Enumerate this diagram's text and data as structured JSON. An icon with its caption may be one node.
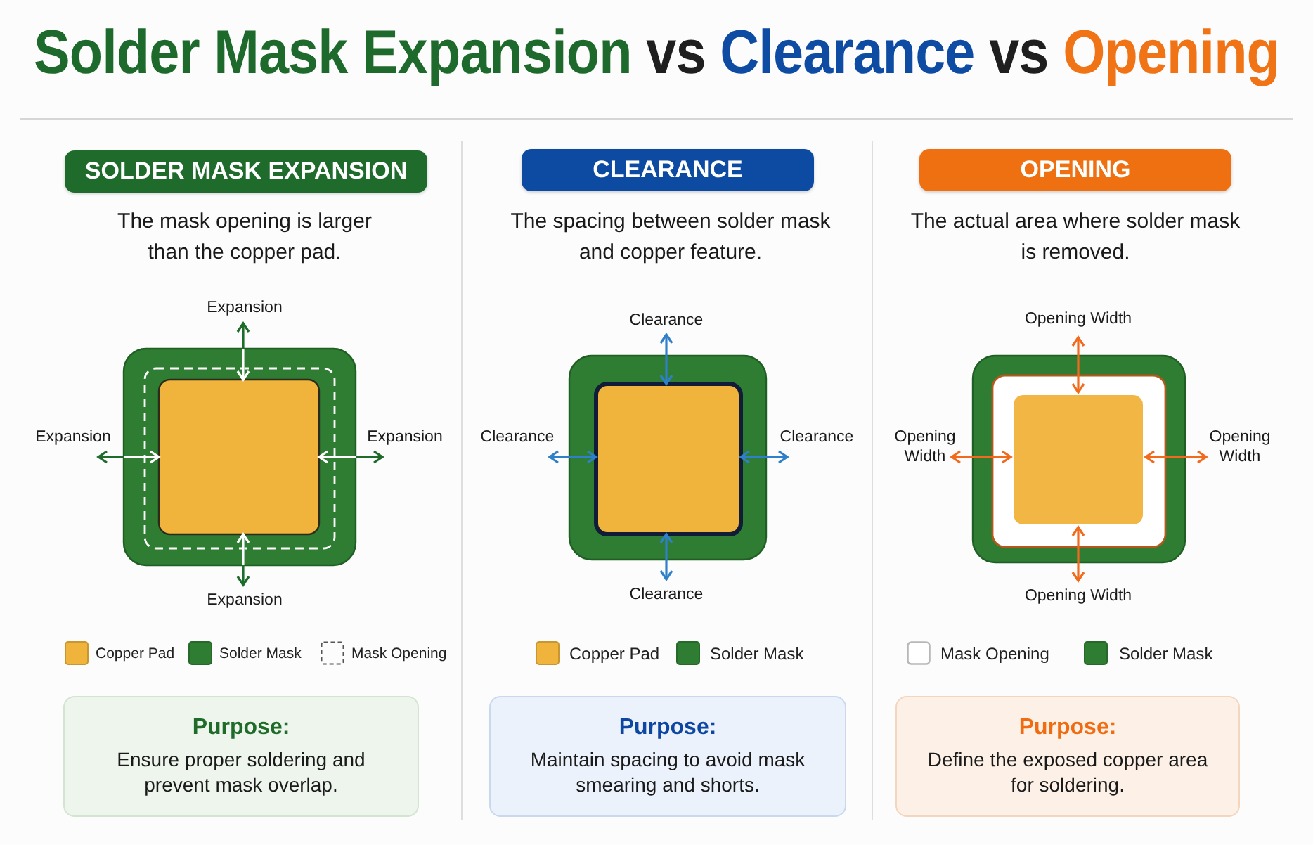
{
  "diagram": {
    "title": "Solder Mask Expansion vs Clearance vs Opening",
    "nodes": [
      {
        "text": [
          "SOLDER MASK EXPANSION"
        ]
      },
      {
        "text": [
          "CLEARANCE"
        ]
      },
      {
        "text": [
          "OPENING"
        ]
      },
      {
        "text": [
          "Purpose:",
          "Ensure proper soldering and prevent mask overlap."
        ]
      },
      {
        "text": [
          "Purpose:",
          "Maintain spacing to avoid mask smearing and shorts."
        ]
      },
      {
        "text": [
          "Purpose:",
          "Define the exposed copper area for soldering."
        ]
      }
    ],
    "labels": [
      "The mask opening is larger than the copper pad.",
      "Expansion",
      "Expansion",
      "Expansion",
      "Expansion",
      "The spacing between solder mask and copper feature.",
      "Clearance",
      "Clearance",
      "Clearance",
      "Clearance",
      "The actual area where solder mask is removed.",
      "Opening Width",
      "Opening Width",
      "Opening Width",
      "Opening Width"
    ],
    "legend": [
      {
        "text": "Copper Pad",
        "color": "#f0b43c"
      },
      {
        "text": "Solder Mask",
        "color": "#2e7d32"
      },
      {
        "text": "Mask Opening"
      },
      {
        "text": "Copper Pad",
        "color": "#f0b43c"
      },
      {
        "text": "Solder Mask",
        "color": "#2e7d32"
      },
      {
        "text": "Mask Opening"
      },
      {
        "text": "Solder Mask",
        "color": "#2e7d32"
      }
    ]
  }
}
